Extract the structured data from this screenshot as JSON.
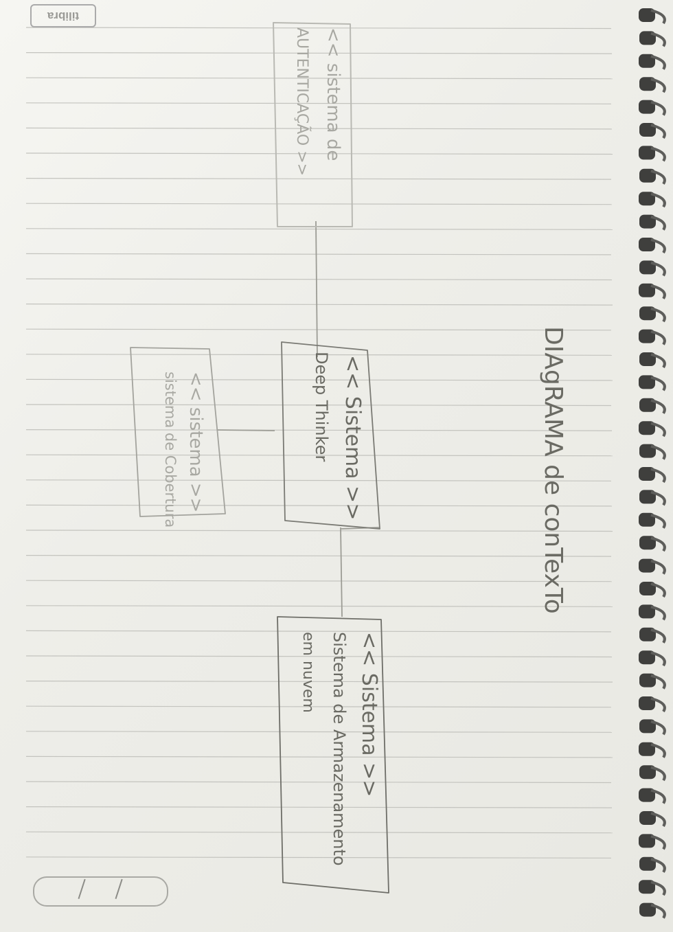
{
  "brand": {
    "logo_text": "tilibra"
  },
  "diagram": {
    "title": "DIAgRAMA de conTexTo",
    "nodes": [
      {
        "id": "auth",
        "stereotype": "<< sistema de",
        "name": "AUTENTICAÇÃO >>"
      },
      {
        "id": "core",
        "stereotype": "<< Sistema >>",
        "name": "Deep Thinker"
      },
      {
        "id": "coverage",
        "stereotype": "<< sistema >>",
        "name": "sistema de Cobertura"
      },
      {
        "id": "cloud",
        "stereotype": "<< Sistema >>",
        "name": "Sistema de Armazenamento",
        "name_line2": "em nuvem"
      }
    ]
  },
  "date_field": {
    "slashes": "/ /"
  },
  "colors": {
    "paper": "#f0f0eb",
    "rule_lines": "#c3c3be",
    "pencil": "#87877f",
    "spiral": "#4a4a48"
  }
}
